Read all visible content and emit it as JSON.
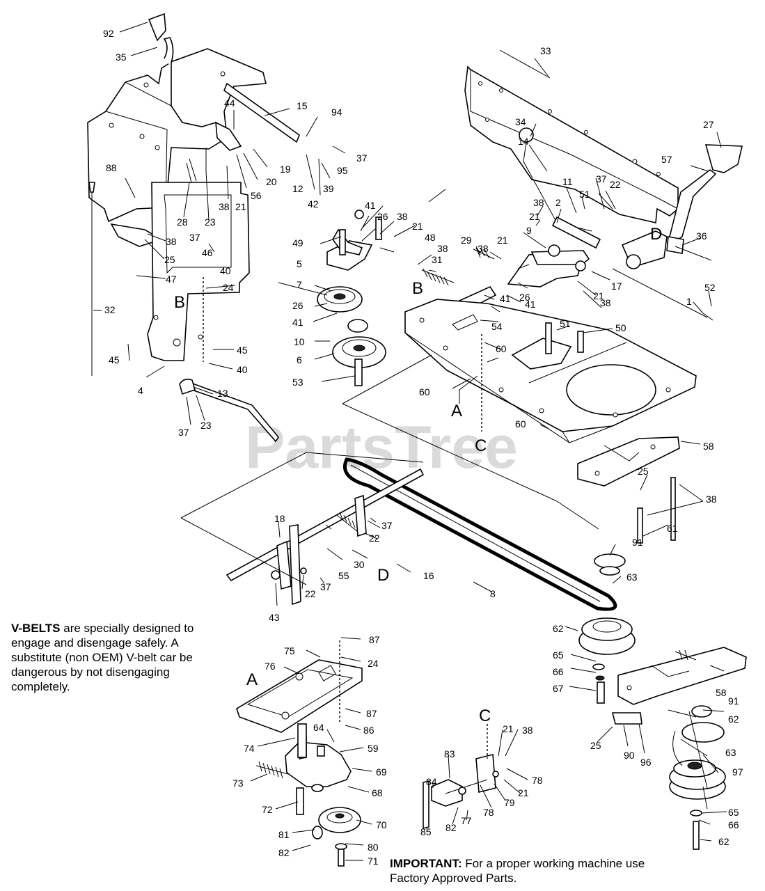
{
  "watermark": "PartsTree",
  "callouts": [
    "92",
    "35",
    "15",
    "94",
    "44",
    "37",
    "19",
    "20",
    "12",
    "42",
    "39",
    "95",
    "56",
    "38",
    "21",
    "28",
    "23",
    "37",
    "88",
    "38",
    "25",
    "47",
    "32",
    "46",
    "40",
    "24",
    "45",
    "45",
    "40",
    "4",
    "23",
    "37",
    "13",
    "41",
    "26",
    "38",
    "49",
    "21",
    "5",
    "48",
    "38",
    "7",
    "26",
    "41",
    "10",
    "6",
    "53",
    "29",
    "31",
    "38",
    "21",
    "41",
    "26",
    "41",
    "54",
    "60",
    "60",
    "60",
    "33",
    "34",
    "14",
    "27",
    "57",
    "37",
    "22",
    "11",
    "51",
    "38",
    "21",
    "2",
    "9",
    "36",
    "17",
    "38",
    "21",
    "52",
    "1",
    "51",
    "50",
    "58",
    "25",
    "38",
    "61",
    "18",
    "37",
    "22",
    "30",
    "55",
    "22",
    "37",
    "43",
    "16",
    "8",
    "91",
    "63",
    "62",
    "65",
    "66",
    "67",
    "87",
    "24",
    "75",
    "76",
    "87",
    "86",
    "74",
    "64",
    "59",
    "73",
    "69",
    "68",
    "72",
    "70",
    "81",
    "82",
    "80",
    "71",
    "84",
    "83",
    "21",
    "38",
    "78",
    "21",
    "85",
    "82",
    "77",
    "78",
    "79",
    "58",
    "91",
    "62",
    "25",
    "90",
    "96",
    "63",
    "97",
    "65",
    "66",
    "62"
  ],
  "letters": [
    "B",
    "B",
    "A",
    "C",
    "D",
    "D",
    "A",
    "C"
  ],
  "vbelts_note": {
    "lead": "V-BELTS",
    "text": " are specially designed to engage and disengage safely. A substitute (non OEM) V-belt car be dangerous by not disengaging completely."
  },
  "important_note": {
    "lead": "IMPORTANT:",
    "text": " For a proper working machine use Factory Approved Parts."
  }
}
